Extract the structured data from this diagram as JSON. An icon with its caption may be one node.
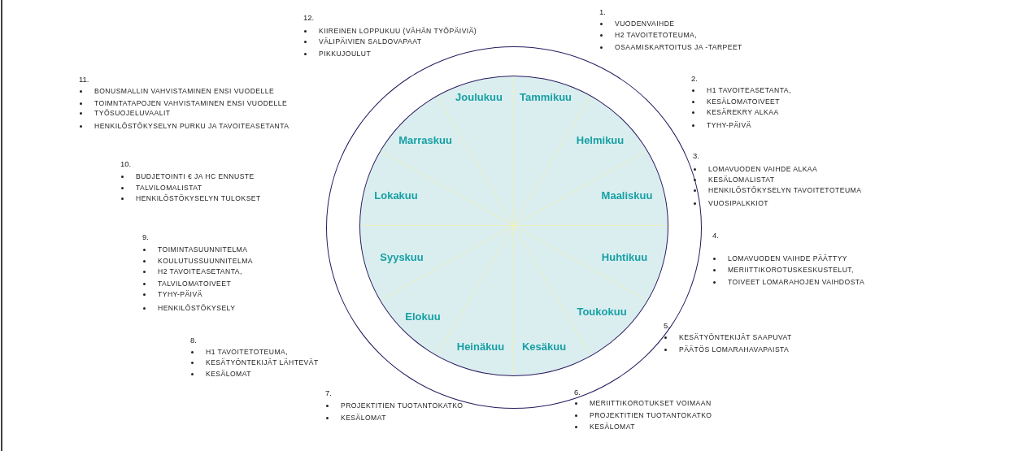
{
  "diagram": {
    "nodes": [
      {
        "text": [],
        "shape": "circle"
      },
      {
        "text": [
          "Tammikuu",
          "Helmikuu",
          "Maaliskuu",
          "Huhtikuu",
          "Toukokuu",
          "Kesäkuu",
          "Heinäkuu",
          "Elokuu",
          "Syyskuu",
          "Lokakuu",
          "Marraskuu",
          "Joulukuu"
        ],
        "in": 0
      }
    ],
    "labels": [
      "12.",
      "KIIREINEN LOPPUKUU (VÄHÄN TYÖPÄIVIÄ)",
      "VÄLIPÄIVIEN SALDOVAPAAT",
      "PIKKUJOULUT",
      "1.",
      "VUODENVAIHDE",
      "H2 TAVOITETOTEUMA,",
      "OSAAMISKARTOITUS JA -TARPEET",
      "11.",
      "BONUSMALLIN VAHVISTAMINEN ENSI VUODELLE",
      "TOIMNTATAPOJEN VAHVISTAMINEN ENSI VUODELLE",
      "TYÖSUOJELUVAALIT",
      "HENKILÖSTÖKYSELYN PURKU JA TAVOITEASETANTA",
      "2.",
      "H1 TAVOITEASETANTA,",
      "KESÄLOMATOIVEET",
      "KESÄREKRY ALKAA",
      "TYHY-PÄIVÄ",
      "10.",
      "BUDJETOINTI € JA HC ENNUSTE",
      "TALVILOMALISTAT",
      "HENKILÖSTÖKYSELYN TULOKSET",
      "3.",
      "LOMAVUODEN VAIHDE ALKAA",
      "KESÄLOMALISTAT",
      "HENKILÖSTÖKYSELYN TAVOITETOTEUMA",
      "VUOSIPALKKIOT",
      "9.",
      "TOIMINTASUUNNITELMA",
      "KOULUTUSSUUNNITELMA",
      "H2 TAVOITEASETANTA,",
      "TALVILOMATOIVEET",
      "TYHY-PÄIVÄ",
      "HENKILÖSTÖKYSELY",
      "4.",
      "LOMAVUODEN VAIHDE PÄÄTTYY",
      "MERIITTIKOROTUSKESKUSTELUT,",
      "TOIVEET LOMARAHOJEN VAIHDOSTA",
      "8.",
      "H1 TAVOITETOTEUMA,",
      "KESÄTYÖNTEKIJÄT LÄHTEVÄT",
      "KESÄLOMAT",
      "5.",
      "KESÄTYÖNTEKIJÄT SAAPUVAT",
      "PÄÄTÖS LOMARAHAVAPAISTA",
      "7.",
      "PROJEKTITIEN TUOTANTOKATKO",
      "KESÄLOMAT",
      "6.",
      "MERIITTIKOROTUKSET VOIMAAN",
      "PROJEKTITIEN TUOTANTOKATKO",
      "KESÄLOMAT"
    ]
  }
}
